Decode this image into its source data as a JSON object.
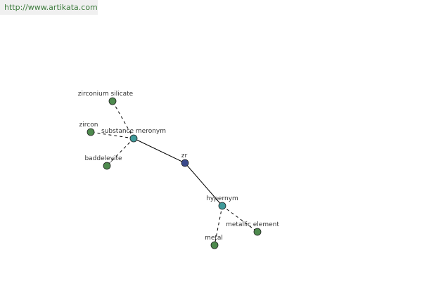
{
  "watermark": {
    "text": "http://www.artikata.com"
  },
  "colors": {
    "leaf_node": "#4e8a4e",
    "relation_node": "#3f9a9a",
    "center_node": "#3b4a8c",
    "edge": "#000000"
  },
  "graph": {
    "center": {
      "label": "zr"
    },
    "relations": [
      {
        "label": "substance meronym",
        "targets": [
          "zirconium silicate",
          "zircon",
          "baddeleyite"
        ]
      },
      {
        "label": "hypernym",
        "targets": [
          "metal",
          "metallic element"
        ]
      }
    ]
  }
}
